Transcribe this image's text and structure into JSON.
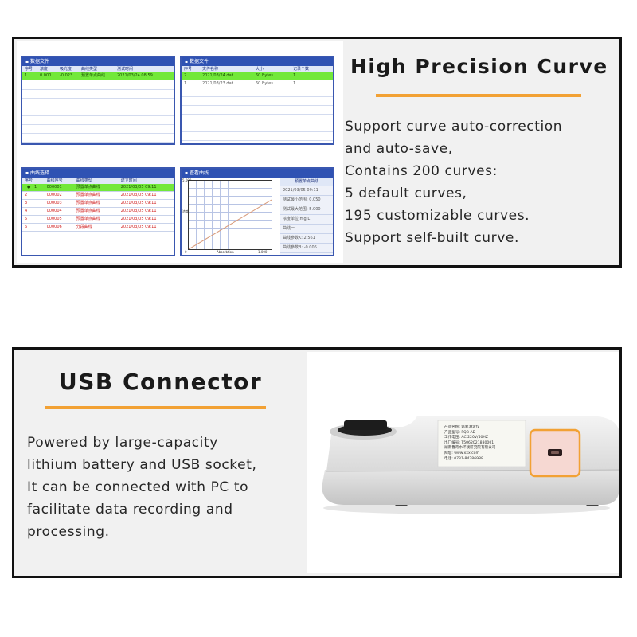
{
  "precision_section": {
    "title": "High Precision Curve",
    "lines": [
      "Support curve auto-correction",
      "and auto-save,",
      "Contains 200 curves:",
      "5 default curves,",
      "195 customizable curves.",
      "Support self-built curve."
    ],
    "accent_color": "#f2a134"
  },
  "usb_section": {
    "title": "USB Connector",
    "lines": [
      "Powered by large-capacity",
      "lithium battery and USB socket,",
      "It can be connected with PC to",
      "facilitate data recording and",
      "processing."
    ],
    "highlight_color": "#f2a134"
  },
  "screens": {
    "data_file": {
      "title": "数据文件",
      "headers": [
        "序号",
        "浓度",
        "吸光度",
        "曲线类型",
        "测试时间"
      ],
      "rows": [
        [
          "1",
          "0.000",
          "-0.023",
          "预置单点曲线",
          "2021/03/24 08:59"
        ]
      ]
    },
    "data_file_2": {
      "title": "数据文件",
      "headers": [
        "序号",
        "文件名称",
        "大小",
        "记录个数"
      ],
      "rows": [
        [
          "2",
          "2021/03/24.dat",
          "60 Bytes",
          "1"
        ],
        [
          "1",
          "2021/03/23.dat",
          "60 Bytes",
          "1"
        ]
      ]
    },
    "curve_select": {
      "title": "曲线选择",
      "headers": [
        "序号",
        "曲线序号",
        "曲线类型",
        "建立时间"
      ],
      "rows": [
        [
          "1",
          "000001",
          "预置单点曲线",
          "2021/03/05 09:11"
        ],
        [
          "2",
          "000002",
          "预置单点曲线",
          "2021/03/05 09:11"
        ],
        [
          "3",
          "000003",
          "预置单点曲线",
          "2021/03/05 09:11"
        ],
        [
          "4",
          "000004",
          "预置单点曲线",
          "2021/03/05 09:11"
        ],
        [
          "5",
          "000005",
          "预置单点曲线",
          "2021/03/05 09:11"
        ],
        [
          "6",
          "000006",
          "分段曲线",
          "2021/03/05 09:11"
        ]
      ]
    },
    "curve_view": {
      "title": "查看曲线",
      "side_title": "预置单点曲线",
      "side_rows": [
        "2021/03/05 09:11",
        "测试最小范围: 0.050",
        "测试最大范围: 5.000",
        "浓度单位:mg/L",
        "曲线一",
        "曲线参数K: 2.561",
        "曲线参数B: -0.006"
      ],
      "y_top": "5.000",
      "y_label": "浓度",
      "x_label": "Absorbtion",
      "x_start": "0",
      "x_end": "1.000"
    }
  },
  "device": {
    "label_lines": [
      "产品名称: 氨氮测定仪",
      "产品型号: PQB-AD",
      "工作电压: AC 220V/50HZ",
      "出厂编号: T5062021830001",
      "湖南鲁奇水环境研究院有限公司",
      "网址: www.xxx.com",
      "电话: 0731-84286988"
    ]
  }
}
